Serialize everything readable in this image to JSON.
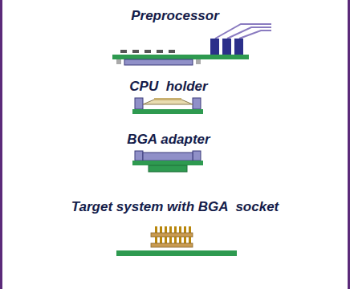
{
  "diagram": {
    "labels": [
      "Preprocessor",
      "CPU  holder",
      "BGA adapter",
      "Target system with BGA  socket"
    ]
  }
}
